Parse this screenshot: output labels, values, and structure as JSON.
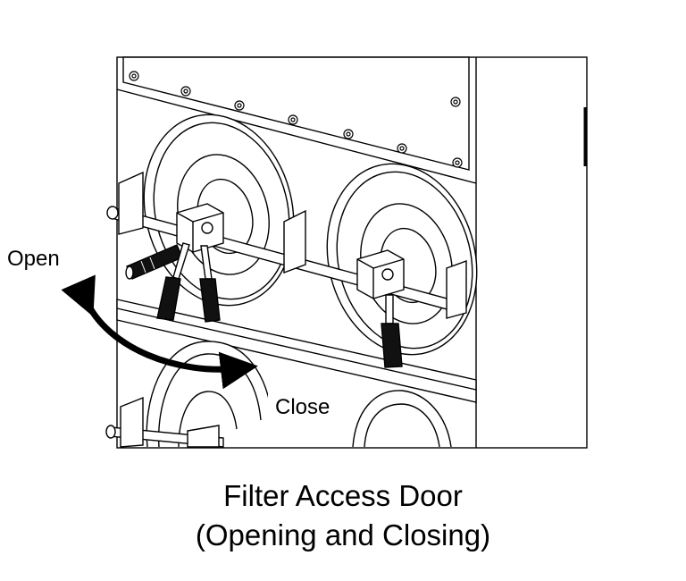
{
  "labels": {
    "open": "Open",
    "close": "Close"
  },
  "caption": {
    "line1": "Filter Access Door",
    "line2": "(Opening and Closing)"
  },
  "colors": {
    "line": "#000000",
    "fill": "#ffffff"
  }
}
